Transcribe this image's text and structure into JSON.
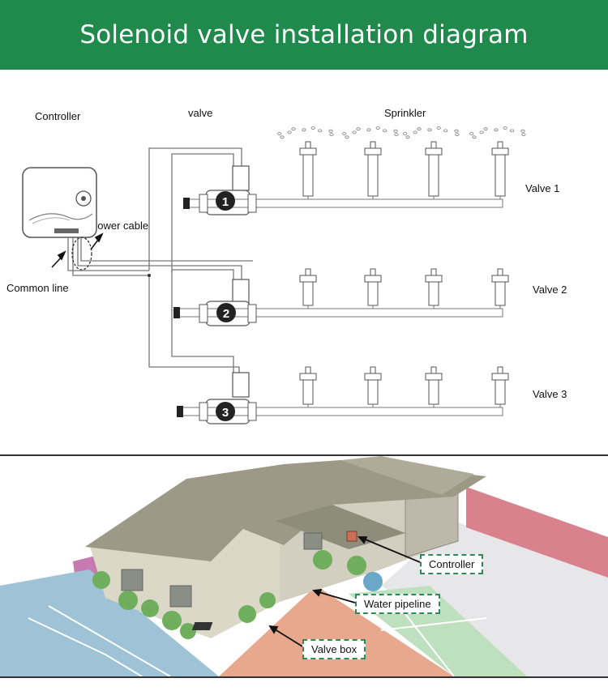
{
  "title": "Solenoid valve installation diagram",
  "schematic": {
    "controller_label": "Controller",
    "valve_label": "valve",
    "sprinkler_label": "Sprinkler",
    "power_cable_label": "power cable",
    "common_line_label": "Common line",
    "valves": [
      {
        "number": "1",
        "label": "Valve 1"
      },
      {
        "number": "2",
        "label": "Valve 2"
      },
      {
        "number": "3",
        "label": "Valve 3"
      }
    ]
  },
  "illustration": {
    "callouts": {
      "controller": "Controller",
      "water_pipeline": "Water pipeline",
      "valve_box": "Valve box"
    },
    "zone_colors": {
      "front_left": "#9ec3d6",
      "front_center": "#e7a88e",
      "front_right": "#bfe0bf",
      "back_right": "#d9828e",
      "back_left": "#c77ab0",
      "house_wall": "#dcd8c8",
      "roof": "#9c9a86"
    },
    "callout_border_color": "#2e8b57"
  }
}
